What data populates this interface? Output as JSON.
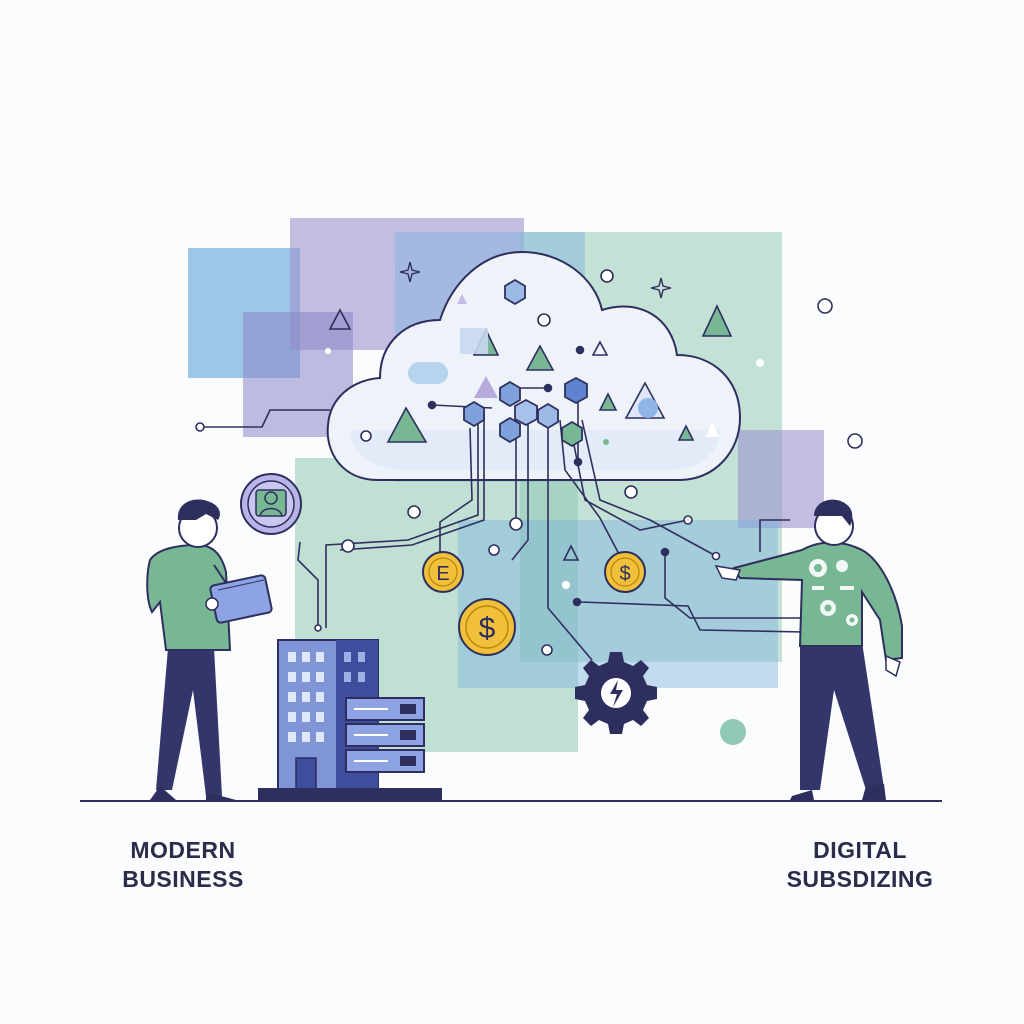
{
  "captions": {
    "left": {
      "line1": "MODERN",
      "line2": "BUSINESS"
    },
    "right": {
      "line1": "DIGITAL",
      "line2": "SUBSDIZING"
    }
  },
  "coin_symbols": {
    "euro": "E",
    "dollar": "$"
  },
  "colors": {
    "navy": "#2e2f5e",
    "green": "#78b794",
    "blue": "#7eb4df",
    "purple": "#9c93cf",
    "teal": "#8fc9b3",
    "coin": "#f0c03a",
    "building": "#7f95d6",
    "background": "#fbfcfd"
  },
  "icons": [
    "cloud-icon",
    "person-avatar-icon",
    "gear-icon",
    "coin-icon",
    "office-building-icon",
    "server-rack-icon",
    "tablet-icon"
  ]
}
